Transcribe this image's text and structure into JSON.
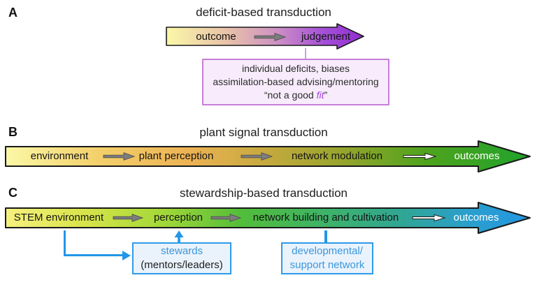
{
  "colors": {
    "purple_accent": "#9632d2",
    "purple_border": "#c57fd6",
    "blue_accent": "#2196e8",
    "blue_text": "#3a97dc",
    "green_end": "#1fa32b",
    "yellow_start": "#fbf8a6",
    "gray_arrow": "#7d7d7d"
  },
  "panelA": {
    "label": "A",
    "title": "deficit-based transduction",
    "arrow_labels": [
      "outcome",
      "judgement"
    ],
    "note": {
      "line1": "individual deficits, biases",
      "line2": "assimilation-based advising/mentoring",
      "line3_prefix": "“not a good ",
      "line3_italic": "fit",
      "line3_suffix": "”"
    }
  },
  "panelB": {
    "label": "B",
    "title": "plant signal transduction",
    "arrow_labels": [
      "environment",
      "plant perception",
      "network modulation",
      "outcomes"
    ]
  },
  "panelC": {
    "label": "C",
    "title": "stewardship-based transduction",
    "arrow_labels": [
      "STEM environment",
      "perception",
      "network building and cultivation",
      "outcomes"
    ],
    "boxes": {
      "stewards": {
        "line1": "stewards",
        "line2": "(mentors/leaders)"
      },
      "network": {
        "line1": "developmental/",
        "line2": "support network"
      }
    }
  }
}
